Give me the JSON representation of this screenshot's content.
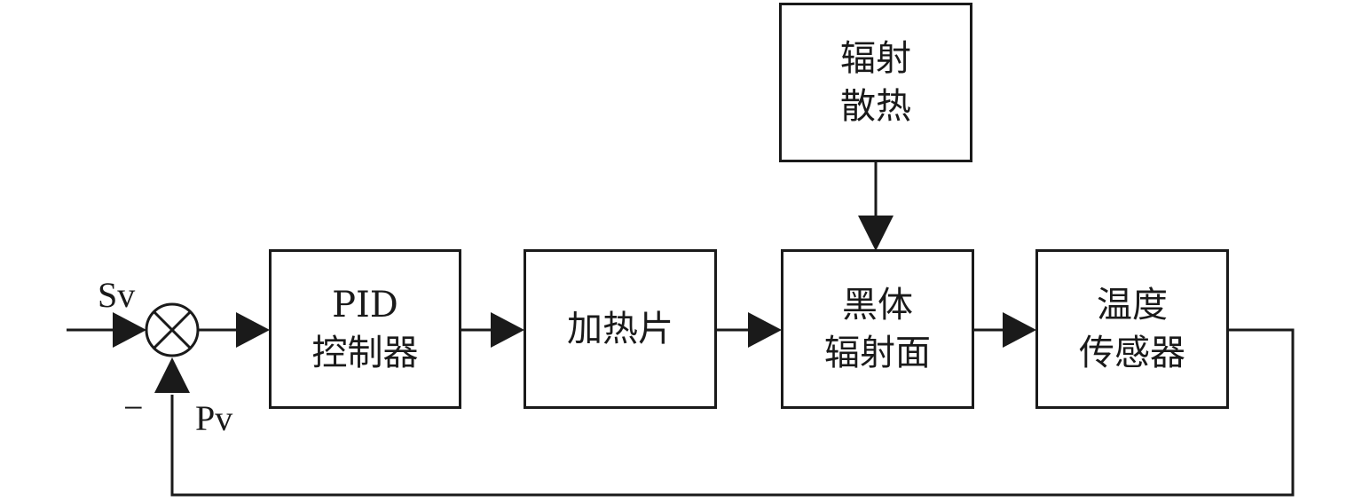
{
  "blocks": {
    "pid": {
      "line1": "PID",
      "line2": "控制器"
    },
    "heater": {
      "line1": "加热片"
    },
    "blackbody": {
      "line1": "黑体",
      "line2": "辐射面"
    },
    "sensor": {
      "line1": "温度",
      "line2": "传感器"
    },
    "radiation": {
      "line1": "辐射",
      "line2": "散热"
    }
  },
  "signals": {
    "setpoint": "Sv",
    "feedback": "Pv",
    "minus_sign": "−"
  }
}
